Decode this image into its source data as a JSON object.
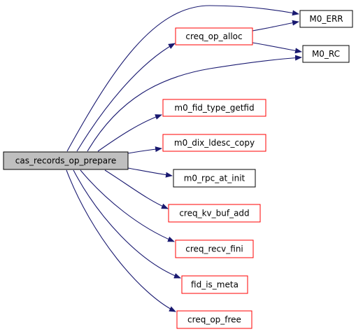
{
  "colors": {
    "background": "#ffffff",
    "edge": "#191970",
    "root_fill": "#bfbfbf",
    "root_stroke": "#000000",
    "linked_stroke": "#ff0000",
    "plain_stroke": "#000000"
  },
  "graph": {
    "root": {
      "id": "cas_records_op_prepare",
      "label": "cas_records_op_prepare"
    },
    "nodes": [
      {
        "id": "M0_ERR",
        "label": "M0_ERR"
      },
      {
        "id": "creq_op_alloc",
        "label": "creq_op_alloc"
      },
      {
        "id": "M0_RC",
        "label": "M0_RC"
      },
      {
        "id": "m0_fid_type_getfid",
        "label": "m0_fid_type_getfid"
      },
      {
        "id": "m0_dix_ldesc_copy",
        "label": "m0_dix_ldesc_copy"
      },
      {
        "id": "m0_rpc_at_init",
        "label": "m0_rpc_at_init"
      },
      {
        "id": "creq_kv_buf_add",
        "label": "creq_kv_buf_add"
      },
      {
        "id": "creq_recv_fini",
        "label": "creq_recv_fini"
      },
      {
        "id": "fid_is_meta",
        "label": "fid_is_meta"
      },
      {
        "id": "creq_op_free",
        "label": "creq_op_free"
      }
    ],
    "edges": [
      {
        "from": "cas_records_op_prepare",
        "to": "M0_ERR"
      },
      {
        "from": "cas_records_op_prepare",
        "to": "creq_op_alloc"
      },
      {
        "from": "cas_records_op_prepare",
        "to": "M0_RC"
      },
      {
        "from": "cas_records_op_prepare",
        "to": "m0_fid_type_getfid"
      },
      {
        "from": "cas_records_op_prepare",
        "to": "m0_dix_ldesc_copy"
      },
      {
        "from": "cas_records_op_prepare",
        "to": "m0_rpc_at_init"
      },
      {
        "from": "cas_records_op_prepare",
        "to": "creq_kv_buf_add"
      },
      {
        "from": "cas_records_op_prepare",
        "to": "creq_recv_fini"
      },
      {
        "from": "cas_records_op_prepare",
        "to": "fid_is_meta"
      },
      {
        "from": "cas_records_op_prepare",
        "to": "creq_op_free"
      },
      {
        "from": "creq_op_alloc",
        "to": "M0_ERR"
      },
      {
        "from": "creq_op_alloc",
        "to": "M0_RC"
      }
    ]
  }
}
